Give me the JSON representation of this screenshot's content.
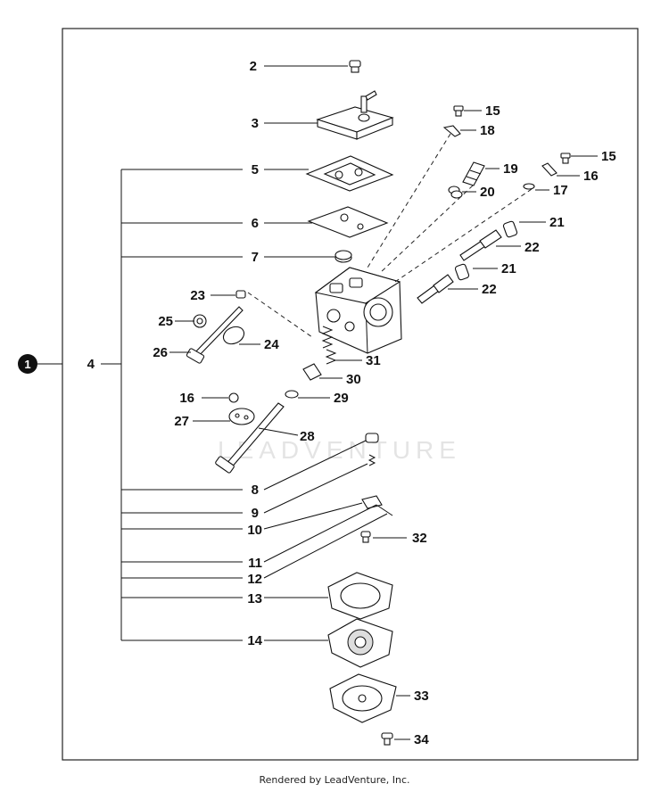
{
  "diagram": {
    "group_marker": "1",
    "watermark": "LEADVENTURE",
    "callouts": [
      "2",
      "3",
      "4",
      "5",
      "6",
      "7",
      "8",
      "9",
      "10",
      "11",
      "12",
      "13",
      "14",
      "15",
      "15",
      "16",
      "16",
      "17",
      "18",
      "19",
      "20",
      "21",
      "21",
      "22",
      "22",
      "23",
      "24",
      "25",
      "26",
      "27",
      "28",
      "29",
      "30",
      "31",
      "32",
      "33",
      "34"
    ]
  },
  "footer": {
    "text": "Rendered by LeadVenture, Inc."
  }
}
